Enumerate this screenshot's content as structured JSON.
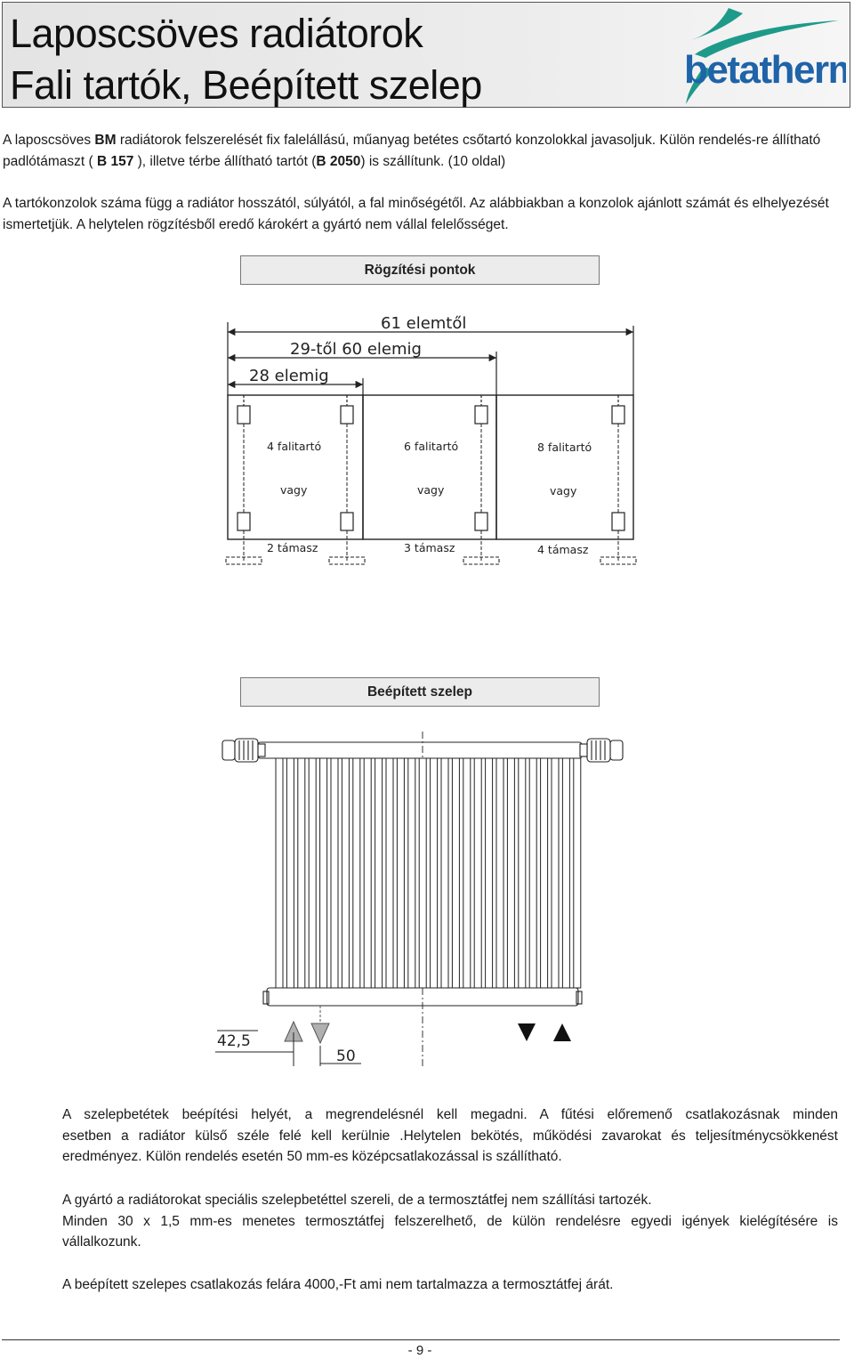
{
  "header": {
    "title_line1": "Laposcsöves radiátorok",
    "title_line2": "Fali tartók, Beépített szelep",
    "logo_text": "betatherm"
  },
  "intro": {
    "p1_a": "A laposcsöves ",
    "p1_b": "BM",
    "p1_c": " radiátorok felszerelését fix falelállású, műanyag betétes csőtartó konzolokkal javasoljuk. Külön rendelés-re állítható padlótámaszt ( ",
    "p1_d": "B 157",
    "p1_e": " ), illetve térbe állítható tartót (",
    "p1_f": "B 2050",
    "p1_g": ") is  szállítunk. (10 oldal)",
    "p2": "A tartókonzolok száma függ a radiátor hosszától, súlyától, a fal minőségétől. Az alábbiakban a konzolok ajánlott számát és elhelyezését ismertetjük. A helytelen rögzítésből eredő károkért a gyártó nem vállal felelősséget."
  },
  "section1": {
    "title": "Rögzítési pontok",
    "dim_61": "61 elemtől",
    "dim_29": "29-től 60 elemig",
    "dim_28": "28 elemig",
    "panels": [
      {
        "brackets": "4 falitartó",
        "or": "vagy",
        "supports": "2 támasz"
      },
      {
        "brackets": "6 falitartó",
        "or": "vagy",
        "supports": "3 támasz"
      },
      {
        "brackets": "8 falitartó",
        "or": "vagy",
        "supports": "4 támasz"
      }
    ]
  },
  "section2": {
    "title": "Beépített szelep",
    "dim_a": "42,5",
    "dim_b": "50"
  },
  "body": {
    "p3_l1": "A szelepbetétek beépítési helyét, a megrendelésnél kell megadni. A fűtési előremenő  csatlakozásnak minden",
    "p3_l2": "esetben a radiátor külső széle  felé kell kerülnie .Helytelen bekötés, működési zavarokat és teljesítménycsökkenést",
    "p3_l3": "eredményez. Külön rendelés esetén 50 mm-es középcsatlakozással is szállítható.",
    "p4_l1": "A gyártó a radiátorokat speciális szelepbetéttel szereli, de a termosztátfej nem szállítási tartozék.",
    "p4_l2": "Minden 30 x 1,5 mm-es menetes termosztátfej felszerelhető, de külön rendelésre egyedi igények   kielégítésére  is",
    "p4_l3": "vállalkozunk.",
    "p5": "A beépített szelepes csatlakozás felára 4000,-Ft ami nem tartalmazza a termosztátfej árát."
  },
  "footer": {
    "page": "- 9 -"
  },
  "colors": {
    "logo_blue": "#1f63a8",
    "logo_teal": "#1e9a8a",
    "header_bg": "#e6e6e6"
  }
}
